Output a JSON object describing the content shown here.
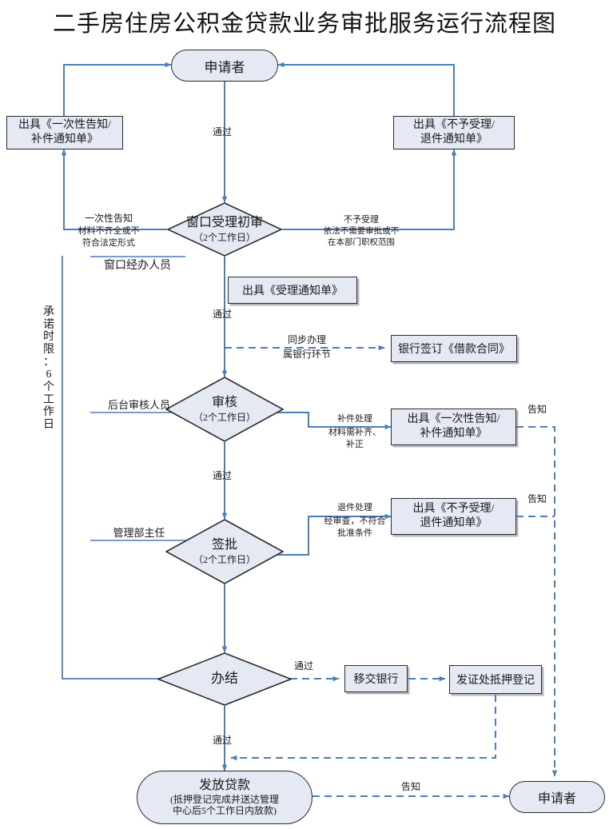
{
  "title": "二手房住房公积金贷款业务审批服务运行流程图",
  "colors": {
    "node_fill": "#e4e9f4",
    "node_border": "#2b2b2b",
    "connector": "#4a7ebb",
    "text": "#1a1a1a",
    "background": "#ffffff"
  },
  "nodes": {
    "applicant_top": {
      "label": "申请者",
      "shape": "terminator"
    },
    "notice_supplement_top": {
      "line1": "出具《一次性告知/",
      "line2": "补件通知单》",
      "shape": "process"
    },
    "notice_reject_top": {
      "line1": "出具《不予受理/",
      "line2": "退件通知单》",
      "shape": "process"
    },
    "window_accept": {
      "line1": "窗口受理初审",
      "line2": "（2个工作日）",
      "shape": "decision"
    },
    "accept_notice": {
      "label": "出具《受理通知单》",
      "shape": "process"
    },
    "bank_contract": {
      "label": "银行签订《借款合同》",
      "shape": "process"
    },
    "review": {
      "line1": "审核",
      "line2": "（2个工作日）",
      "shape": "decision"
    },
    "notice_supplement_mid": {
      "line1": "出具《一次性告知/",
      "line2": "补件通知单》",
      "shape": "process"
    },
    "sign_approve": {
      "line1": "签批",
      "line2": "（2个工作日）",
      "shape": "decision"
    },
    "notice_reject_mid": {
      "line1": "出具《不予受理/",
      "line2": "退件通知单》",
      "shape": "process"
    },
    "complete": {
      "label": "办结",
      "shape": "decision"
    },
    "transfer_bank": {
      "label": "移交银行",
      "shape": "process"
    },
    "mortgage_registration": {
      "label": "发证处抵押登记",
      "shape": "process"
    },
    "disburse_loan": {
      "line1": "发放贷款",
      "line2": "(抵押登记完成并送达管理",
      "line3": "中心后5个工作日内放款)",
      "shape": "terminator"
    },
    "applicant_bottom": {
      "label": "申请者",
      "shape": "terminator"
    }
  },
  "edge_labels": {
    "pass_1": "通过",
    "pass_2": "通过",
    "pass_3": "通过",
    "pass_4": "通过",
    "pass_5": "通过",
    "pass_6": "通过",
    "one_time_notice": "一次性告知",
    "materials_incomplete_l1": "材料不齐全或不",
    "materials_incomplete_l2": "符合法定形式",
    "not_accepted": "不予受理",
    "not_accepted_l1": "依法不需要审批或不",
    "not_accepted_l2": "在本部门职权范围",
    "window_staff": "窗口经办人员",
    "sync_processing": "同步办理",
    "belongs_to_bank": "属银行环节",
    "backend_reviewer": "后台审核人员",
    "supplement_handling": "补件处理",
    "materials_need_l1": "材料需补齐、",
    "materials_need_l2": "补正",
    "return_handling": "退件处理",
    "after_review_l1": "经审查，不符合",
    "after_review_l2": "批准条件",
    "dept_director": "管理部主任",
    "inform_1": "告知",
    "inform_2": "告知",
    "inform_3": "告知"
  },
  "side_annotation": {
    "label": "承诺时限：6个工作日",
    "chars": [
      "承",
      "诺",
      "时",
      "限",
      "：",
      "6",
      "个",
      "工",
      "作",
      "日"
    ]
  }
}
